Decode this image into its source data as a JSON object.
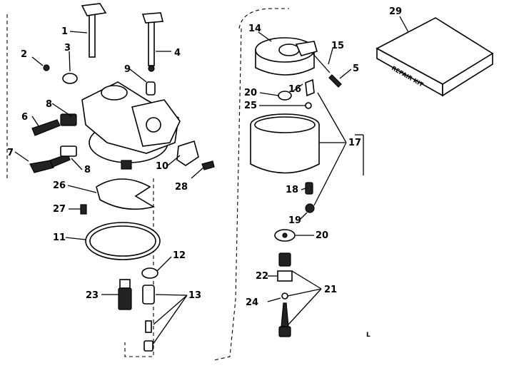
{
  "diagram": {
    "callouts": [
      "1",
      "2",
      "3",
      "4",
      "5",
      "6",
      "7",
      "8",
      "8",
      "9",
      "10",
      "11",
      "12",
      "13",
      "14",
      "15",
      "16",
      "17",
      "18",
      "19",
      "20",
      "20",
      "21",
      "22",
      "23",
      "24",
      "25",
      "26",
      "27",
      "28",
      "29"
    ],
    "kit_label": "REPAIR KIT",
    "corner_mark": "L"
  }
}
